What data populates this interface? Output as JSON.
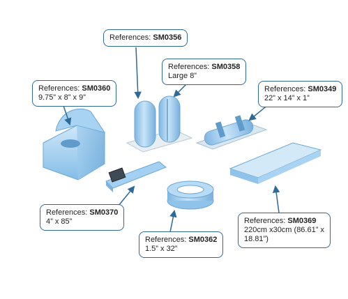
{
  "callouts": [
    {
      "id": "SM0356",
      "ref_prefix": "References: ",
      "code": "SM0356",
      "dims": ""
    },
    {
      "id": "SM0358",
      "ref_prefix": "References: ",
      "code": "SM0358",
      "dims": "Large 8”"
    },
    {
      "id": "SM0360",
      "ref_prefix": "References: ",
      "code": "SM0360",
      "dims": "9.75” x 8” x 9”"
    },
    {
      "id": "SM0349",
      "ref_prefix": "References: ",
      "code": "SM0349",
      "dims": "22” x 14” x 1”"
    },
    {
      "id": "SM0370",
      "ref_prefix": "References: ",
      "code": "SM0370",
      "dims": "4” x 85”"
    },
    {
      "id": "SM0362",
      "ref_prefix": "References: ",
      "code": "SM0362",
      "dims": "1.5” x 32”"
    },
    {
      "id": "SM0369",
      "ref_prefix": "References: ",
      "code": "SM0369",
      "dims_line1": "220cm x30cm (86.61” x",
      "dims_line2": "18.81”)"
    }
  ],
  "colors": {
    "accent": "#2d6a96",
    "foam_light": "#b8dcf5",
    "foam_mid": "#8fc3ea",
    "foam_dark": "#6aa7d6",
    "base_plate": "#e9eef3"
  },
  "icons": [
    "foam-head-positioner",
    "foam-rolls-on-base",
    "foam-rolled-pad",
    "foam-strap",
    "foam-ring",
    "foam-mattress-pad"
  ]
}
